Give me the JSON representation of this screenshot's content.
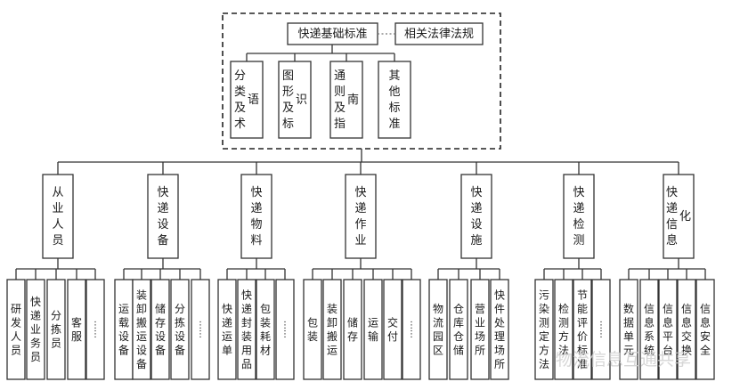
{
  "top": {
    "main": "快递基础标准",
    "side": "相关法律法规",
    "items": [
      "分类及术语",
      "图形及标识",
      "通则及指南",
      "其他标准"
    ]
  },
  "categories": [
    {
      "label": "从业人员",
      "children": [
        "研发人员",
        "快递业务员",
        "分拣员",
        "客服",
        "……"
      ]
    },
    {
      "label": "快递设备",
      "children": [
        "运载设备",
        "装卸搬运设备",
        "储存设备",
        "分拣设备",
        "……"
      ]
    },
    {
      "label": "快递物料",
      "children": [
        "快递运单",
        "快递封装用品",
        "包装耗材",
        "……"
      ]
    },
    {
      "label": "快递作业",
      "children": [
        "包装",
        "装卸搬运",
        "储存",
        "运输",
        "交付",
        "……"
      ]
    },
    {
      "label": "快递设施",
      "children": [
        "物流园区",
        "仓库仓储",
        "营业场所",
        "快件处理场所"
      ]
    },
    {
      "label": "快递检测",
      "children": [
        "污染测定方法",
        "检测方法",
        "节能评价标准",
        "……"
      ]
    },
    {
      "label": "快递信息化",
      "children": [
        "数据单元",
        "信息系统",
        "信息平台",
        "信息交换",
        "信息安全"
      ]
    }
  ],
  "watermark": "物流信息互通共享"
}
